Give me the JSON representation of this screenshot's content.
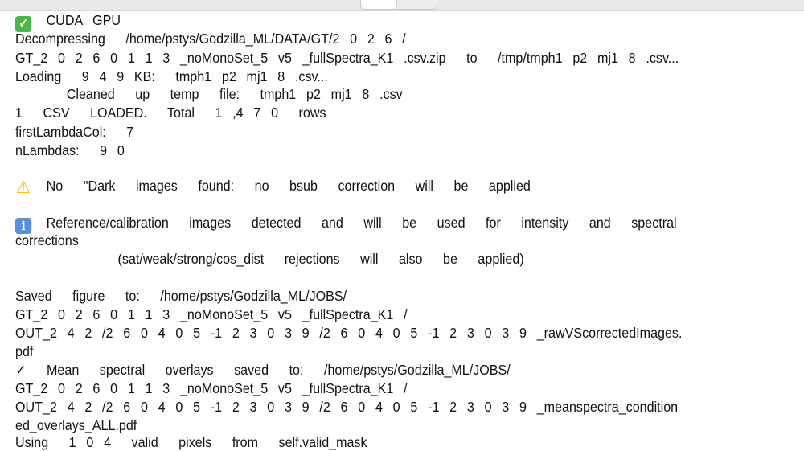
{
  "lines": [
    "CUDA GPU",
    "Decompressing  /home/pstys/Godzilla_ML/DATA/GT/2 0 2 6 /",
    "GT_2 0 2 6 0 1 1 3 _noMonoSet_5 v5 _fullSpectra_K1 .csv.zip  to  /tmp/tmph1 p2 mj1 8 .csv...",
    "Loading  9 4 9 KB:  tmph1 p2 mj1 8 .csv...",
    "     Cleaned  up  temp  file:  tmph1 p2 mj1 8 .csv",
    "1  CSV  LOADED.  Total  1 ,4 7 0  rows",
    "firstLambdaCol:  7",
    "nLambdas:  9 0",
    "No  \"Dark  images  found:  no  bsub  correction  will  be  applied",
    "Reference/calibration  images  detected  and  will  be  used  for  intensity  and  spectral",
    "corrections",
    "          (sat/weak/strong/cos_dist  rejections  will  also  be  applied)",
    "Saved  figure  to:  /home/pstys/Godzilla_ML/JOBS/",
    "GT_2 0 2 6 0 1 1 3 _noMonoSet_5 v5 _fullSpectra_K1 /",
    "OUT_2 4 2 /2 6 0 4 0 5 -1 2 3 0 3 9 /2 6 0 4 0 5 -1 2 3 0 3 9 _rawVScorrectedImages.",
    "pdf",
    "✓  Mean  spectral  overlays  saved  to:  /home/pstys/Godzilla_ML/JOBS/",
    "GT_2 0 2 6 0 1 1 3 _noMonoSet_5 v5 _fullSpectra_K1 /",
    "OUT_2 4 2 /2 6 0 4 0 5 -1 2 3 0 3 9 /2 6 0 4 0 5 -1 2 3 0 3 9 _meanspectra_condition",
    "ed_overlays_ALL.pdf",
    "Using  1 0 4  valid  pixels  from  self.valid_mask"
  ],
  "icons": {
    "check": "✓",
    "warning": "⚠",
    "info": "i"
  },
  "colors": {
    "check_bg": "#4cb44a",
    "warning": "#f2b600",
    "info_bg": "#5a8fd6"
  }
}
